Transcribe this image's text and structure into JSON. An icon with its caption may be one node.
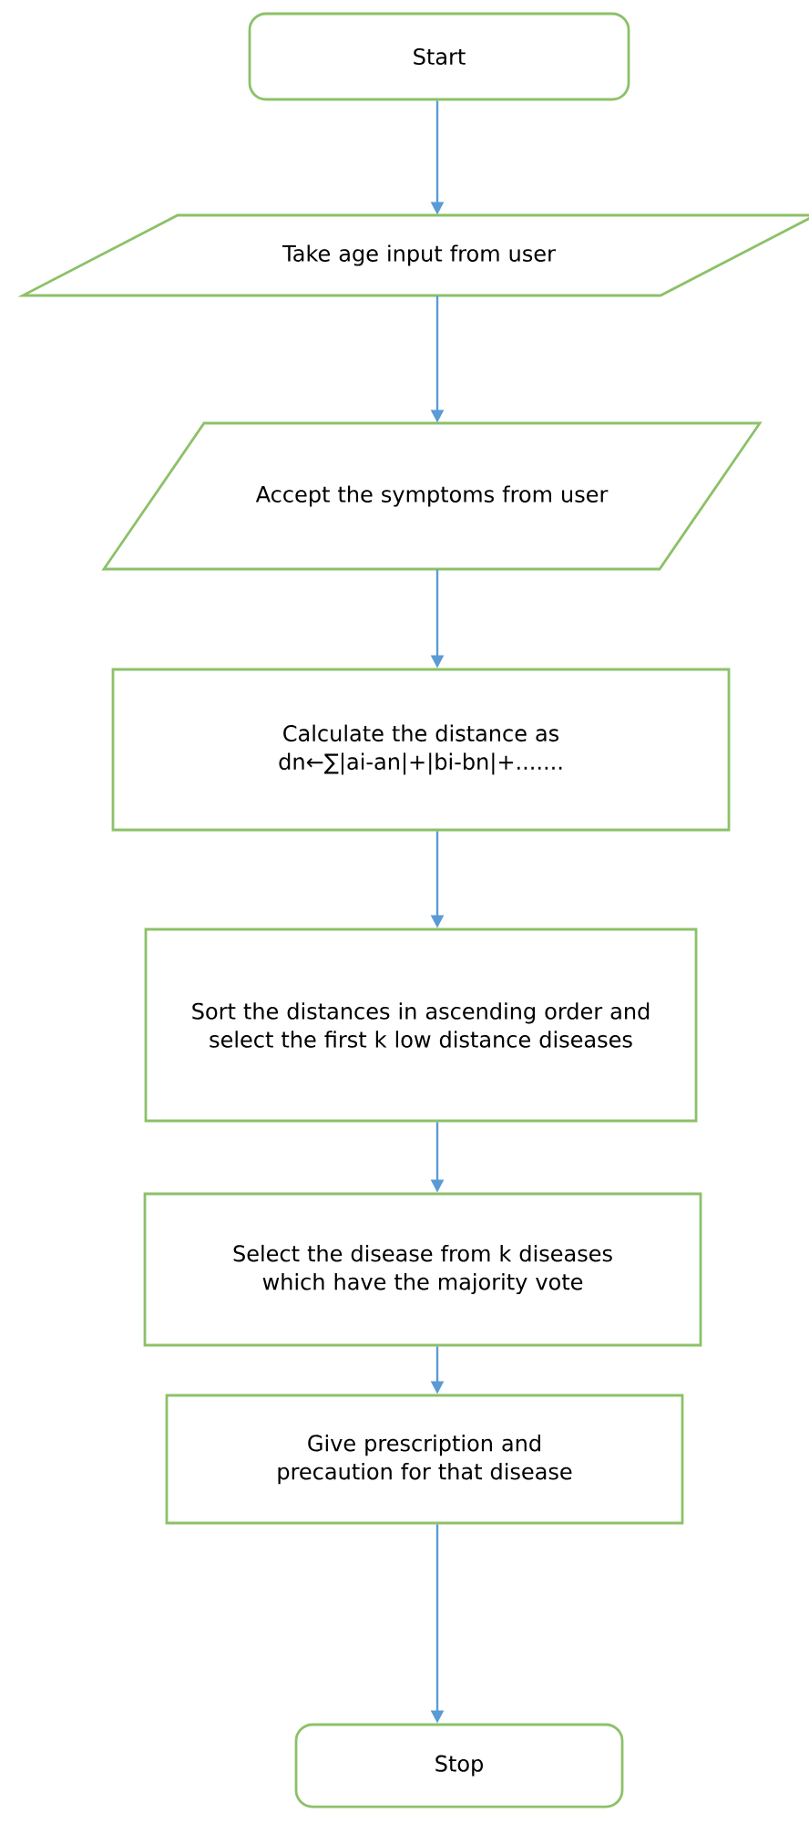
{
  "diagram": {
    "nodes": [
      {
        "text": [
          "Start"
        ]
      },
      {
        "text": [
          "Take age input from user"
        ]
      },
      {
        "text": [
          "Accept the symptoms from user"
        ]
      },
      {
        "text": [
          "Calculate the distance as dn←∑|ai-an|+|bi-bn|+......."
        ]
      },
      {
        "text": [
          "Sort the distances in ascending order and select the first k low distance diseases"
        ]
      },
      {
        "text": [
          "Select the disease from k diseases which have the majority vote"
        ]
      },
      {
        "text": [
          "Give prescription and precaution for that disease"
        ]
      },
      {
        "text": [
          "Stop"
        ]
      }
    ],
    "edges": [
      {
        "from": 0,
        "to": 1,
        "arrow": "to"
      },
      {
        "from": 1,
        "to": 2,
        "arrow": "to"
      },
      {
        "from": 2,
        "to": 3,
        "arrow": "to"
      },
      {
        "from": 3,
        "to": 4,
        "arrow": "to"
      },
      {
        "from": 4,
        "to": 5,
        "arrow": "to"
      },
      {
        "from": 5,
        "to": 6,
        "arrow": "to"
      },
      {
        "from": 6,
        "to": 7,
        "arrow": "to"
      }
    ]
  }
}
